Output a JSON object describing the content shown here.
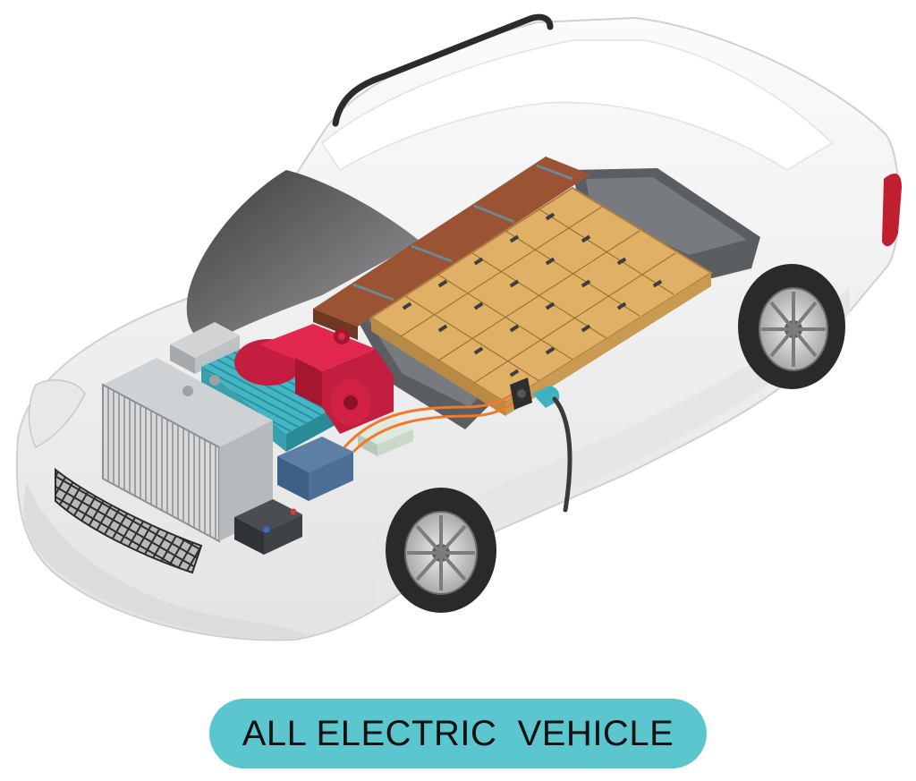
{
  "label": {
    "text": "ALL ELECTRIC  VEHICLE"
  },
  "colors": {
    "label_background": "#5cc6cf",
    "car_body": "#f4f4f4",
    "battery_cells": "#e0b066",
    "battery_frame": "#9a5434",
    "battery_trays": "#5a5d61",
    "motor": "#e2284f",
    "inverter": "#3fb1c0",
    "charging_cable": "#3a3a3a",
    "wiring": "#f07a2a"
  },
  "icons": [
    "car-body",
    "roof-rail-icon",
    "windshield",
    "battery-pack",
    "battery-module-icon",
    "electric-motor-icon",
    "inverter-icon",
    "radiator-icon",
    "12v-battery-icon",
    "controller-box-icon",
    "charging-port-icon",
    "charging-cable-icon",
    "wheel-icon",
    "tail-light-icon",
    "front-grille-icon"
  ]
}
